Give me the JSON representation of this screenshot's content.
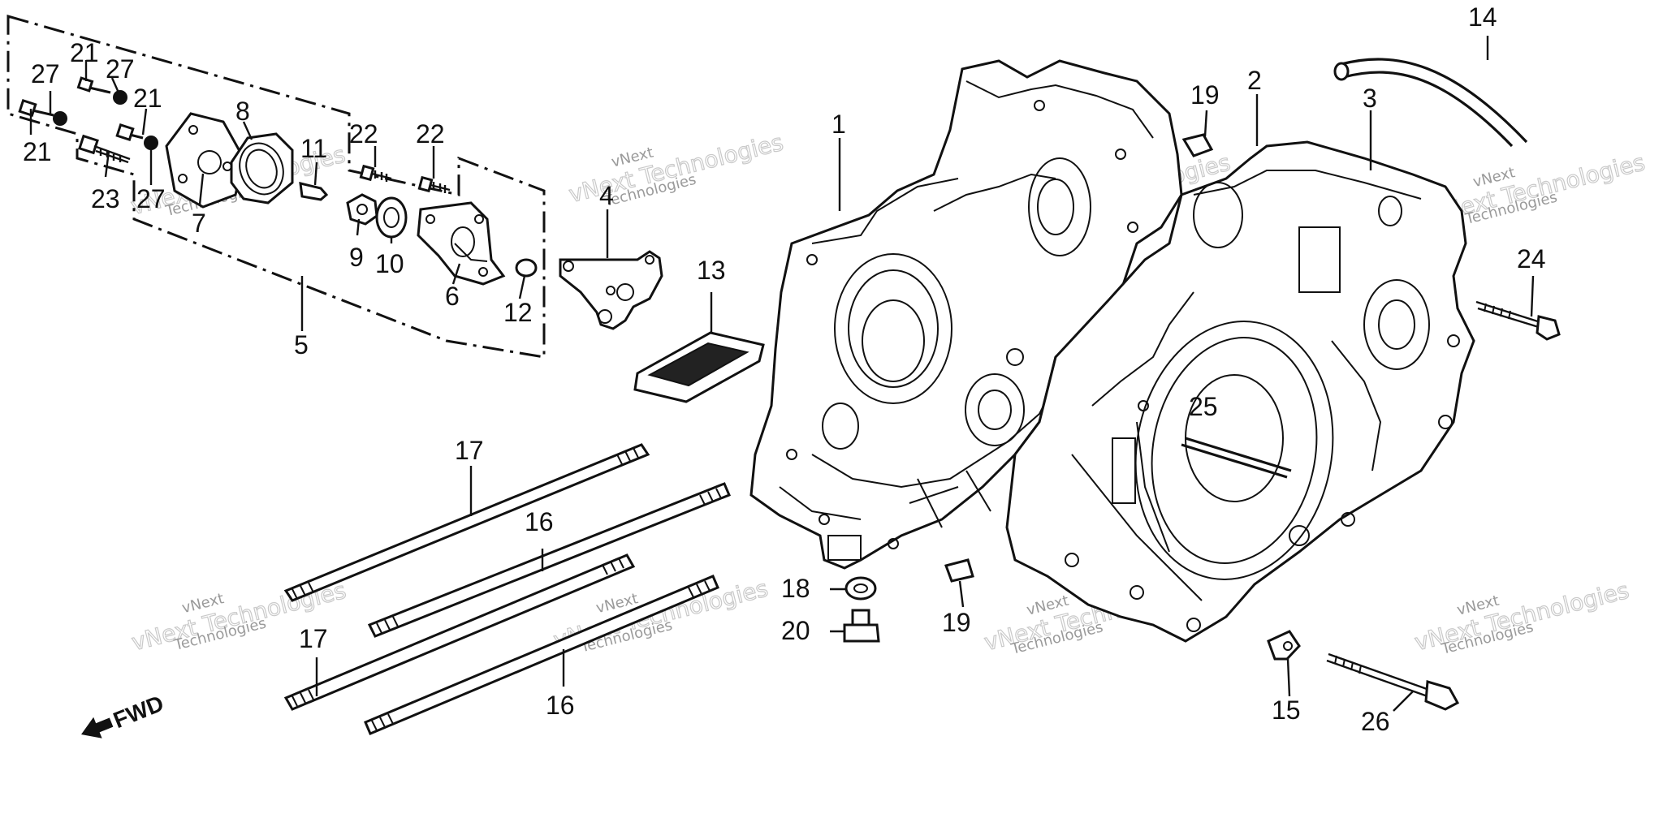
{
  "callouts": [
    {
      "id": "c1",
      "text": "1"
    },
    {
      "id": "c2",
      "text": "2"
    },
    {
      "id": "c3",
      "text": "3"
    },
    {
      "id": "c4",
      "text": "4"
    },
    {
      "id": "c5",
      "text": "5"
    },
    {
      "id": "c6",
      "text": "6"
    },
    {
      "id": "c7",
      "text": "7"
    },
    {
      "id": "c8",
      "text": "8"
    },
    {
      "id": "c9",
      "text": "9"
    },
    {
      "id": "c10",
      "text": "10"
    },
    {
      "id": "c11",
      "text": "11"
    },
    {
      "id": "c12",
      "text": "12"
    },
    {
      "id": "c13",
      "text": "13"
    },
    {
      "id": "c14",
      "text": "14"
    },
    {
      "id": "c15",
      "text": "15"
    },
    {
      "id": "c16a",
      "text": "16"
    },
    {
      "id": "c16b",
      "text": "16"
    },
    {
      "id": "c17a",
      "text": "17"
    },
    {
      "id": "c17b",
      "text": "17"
    },
    {
      "id": "c18",
      "text": "18"
    },
    {
      "id": "c19a",
      "text": "19"
    },
    {
      "id": "c19b",
      "text": "19"
    },
    {
      "id": "c20",
      "text": "20"
    },
    {
      "id": "c21a",
      "text": "21"
    },
    {
      "id": "c21b",
      "text": "21"
    },
    {
      "id": "c21c",
      "text": "21"
    },
    {
      "id": "c22a",
      "text": "22"
    },
    {
      "id": "c22b",
      "text": "22"
    },
    {
      "id": "c23",
      "text": "23"
    },
    {
      "id": "c24",
      "text": "24"
    },
    {
      "id": "c25",
      "text": "25"
    },
    {
      "id": "c26",
      "text": "26"
    },
    {
      "id": "c27a",
      "text": "27"
    },
    {
      "id": "c27b",
      "text": "27"
    },
    {
      "id": "c27c",
      "text": "27"
    }
  ],
  "direction_marker": {
    "text": "FWD",
    "icon": "arrow-left-icon"
  },
  "watermark": {
    "line1": "vNext",
    "line2": "Technologies",
    "large": "vNext Technologies"
  }
}
